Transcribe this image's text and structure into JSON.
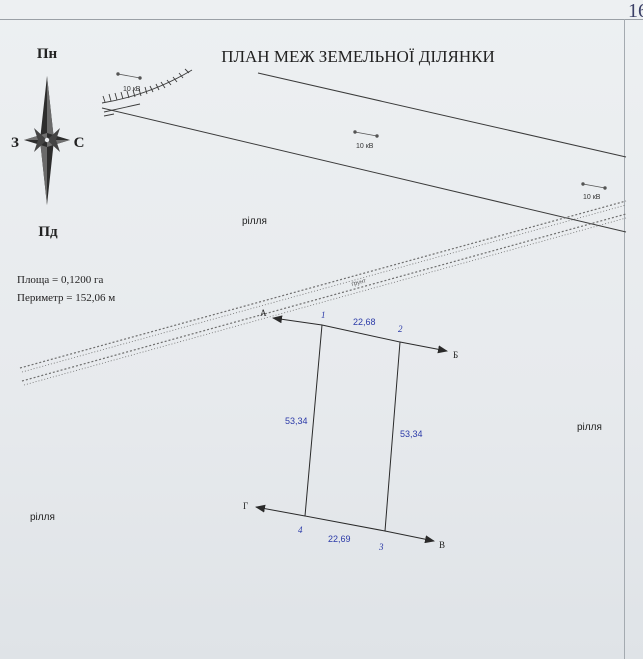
{
  "page_number": "16",
  "title": "ПЛАН МЕЖ ЗЕМЕЛЬНОЇ ДІЛЯНКИ",
  "compass": {
    "north": "Пн",
    "south": "Пд",
    "west": "З",
    "east": "С"
  },
  "area_text": "Площа = 0,1200 га",
  "perimeter_text": "Периметр = 152,06 м",
  "power_lines": [
    {
      "label": "10 кВ"
    },
    {
      "label": "10 кВ"
    },
    {
      "label": "10 кВ"
    }
  ],
  "road_label": "ґрунт",
  "land_use_labels": [
    "рілля",
    "рілля",
    "рілля"
  ],
  "neighbor_labels": {
    "a": "А",
    "b": "Б",
    "v": "В",
    "g": "Г"
  },
  "vertices": [
    "1",
    "2",
    "3",
    "4"
  ],
  "side_lengths": {
    "top": "22,68",
    "bottom": "22,69",
    "left": "53,34",
    "right": "53,34"
  },
  "colors": {
    "ink": "#222222",
    "accent_blue": "#2b3aa8",
    "line": "#3b3b3b",
    "road": "#6e6e6e"
  }
}
